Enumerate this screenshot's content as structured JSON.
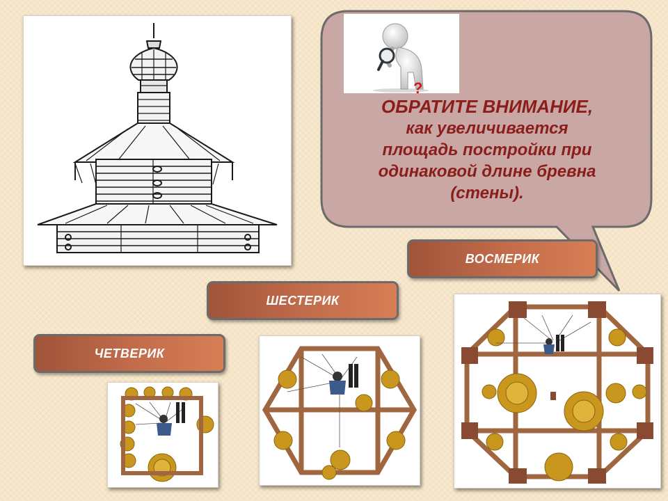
{
  "callout": {
    "headline": "ОБРАТИТЕ ВНИМАНИЕ,",
    "lines": [
      "как увеличивается",
      "площадь постройки при",
      "одинаковой длине бревна",
      "(стены)."
    ]
  },
  "labels": {
    "vosmerik": "ВОСМЕРИК",
    "shesterik": "ШЕСТЕРИК",
    "chetverik": "ЧЕТВЕРИК"
  },
  "thinker_icon": {
    "mark": "?"
  },
  "colors": {
    "background": "#f6e6c9",
    "bubble_fill": "#c8a7a4",
    "bubble_border": "#6b6b6b",
    "callout_text": "#8b1e1a",
    "label_gradient_start": "#a0543a",
    "label_gradient_end": "#d77e55",
    "timber": "#a0663f",
    "log_gold": "#c9961e"
  }
}
